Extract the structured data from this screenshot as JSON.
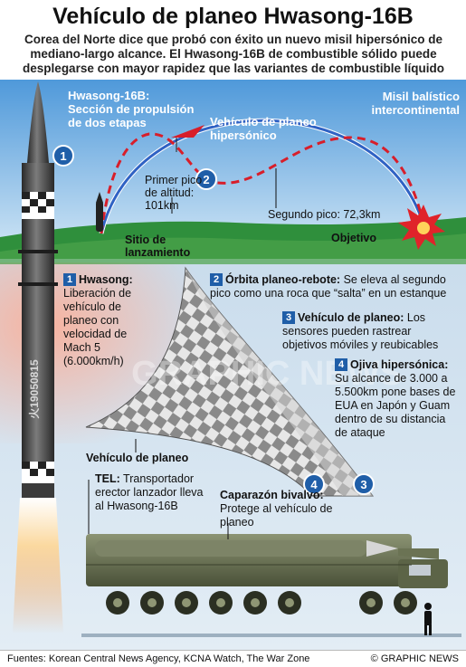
{
  "title": "Vehículo de planeo Hwasong-16B",
  "intro": "Corea del Norte dice que probó con éxito un nuevo misil hipersónico de mediano-largo alcance. El Hwasong-16B de combustible sólido puede desplegarse con mayor rapidez que las variantes de combustible líquido",
  "labels": {
    "propulsion": "Hwasong-16B: Sección de propulsión de dos etapas",
    "icbm": "Misil balístico intercontinental",
    "glider": "Vehículo de planeo hipersónico",
    "first_peak": "Primer pico de altitud: 101km",
    "second_peak": "Segundo pico: 72,3km",
    "launch_site": "Sitio de lanzamiento",
    "target": "Objetivo",
    "glide_vehicle": "Vehículo de planeo",
    "missile_marking": "火19050815"
  },
  "markers": [
    "1",
    "2",
    "3",
    "4"
  ],
  "sections": [
    {
      "num": "1",
      "title": "Hwasong:",
      "text": "Liberación de vehículo de planeo con velocidad de Mach 5 (6.000km/h)"
    },
    {
      "num": "2",
      "title": "Órbita planeo-rebote:",
      "text": "Se eleva al segundo pico como una roca que “salta” en un estanque"
    },
    {
      "num": "3",
      "title": "Vehículo de planeo:",
      "text": "Los sensores pueden rastrear objetivos móviles y reubicables"
    },
    {
      "num": "4",
      "title": "Ojiva hipersónica:",
      "text": "Su alcance de 3.000 a 5.500km pone bases de EUA en Japón y Guam dentro de su distancia de ataque"
    }
  ],
  "tel": {
    "title": "TEL:",
    "text": "Transportador erector lanzador lleva al Hwasong-16B"
  },
  "shroud": {
    "title": "Caparazón bivalvo:",
    "text": "Protege al vehículo de planeo"
  },
  "watermark": "GRAPHIC NEWS",
  "footer": {
    "sources": "Fuentes: Korean Central News Agency, KCNA Watch, The War Zone",
    "credit": "© GRAPHIC NEWS"
  },
  "colors": {
    "sky": "#5ea3dd",
    "trajectory_icbm": "#2f62c4",
    "trajectory_glide": "#d81e2a",
    "badge": "#1f5ea8",
    "ground": "#2f8f3c"
  }
}
